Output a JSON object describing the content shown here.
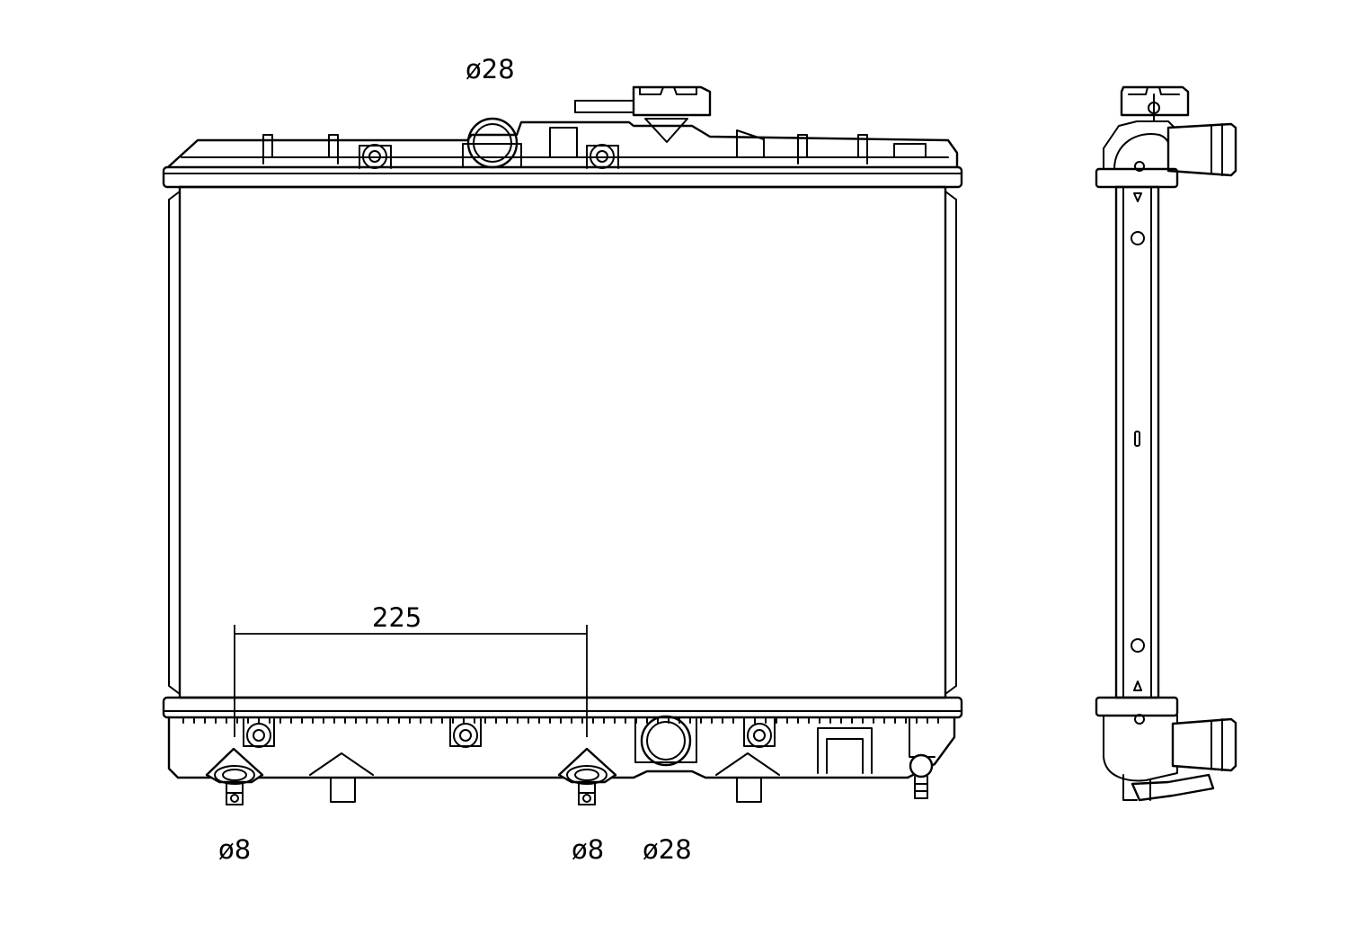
{
  "labels": {
    "top_inlet": "ø28",
    "dimension_225": "225",
    "drain_left": "ø8",
    "drain_right": "ø8",
    "bottom_outlet": "ø28"
  }
}
